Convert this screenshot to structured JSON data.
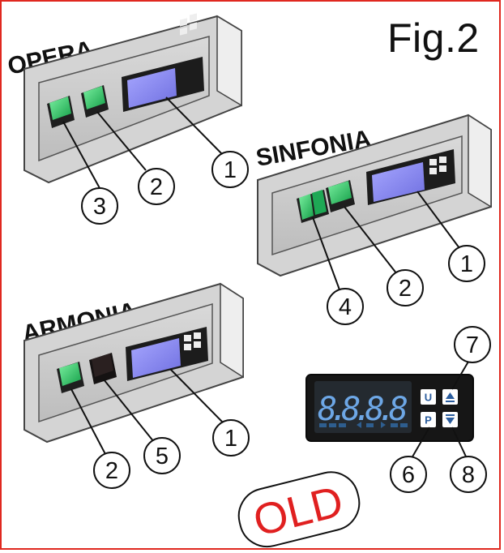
{
  "figure": {
    "title": "Fig.2",
    "stamp": "OLD"
  },
  "panels": [
    {
      "id": "opera",
      "name": "OPERA",
      "callouts": [
        "1",
        "2",
        "3"
      ]
    },
    {
      "id": "sinfonia",
      "name": "SINFONIA",
      "callouts": [
        "1",
        "2",
        "4"
      ]
    },
    {
      "id": "armonia",
      "name": "ARMONIA",
      "callouts": [
        "1",
        "2",
        "5"
      ]
    }
  ],
  "controller": {
    "display_text": "8.8.8.8",
    "keys": {
      "up_label": "U",
      "prog_label": "P"
    },
    "callouts": [
      "6",
      "7",
      "8"
    ]
  },
  "colors": {
    "border": "#e0281f",
    "switch_green": "#2fd06a",
    "switch_off": "#2a2020",
    "lcd": "#8c8cf2",
    "panel_grey": "#c8c8c8"
  }
}
